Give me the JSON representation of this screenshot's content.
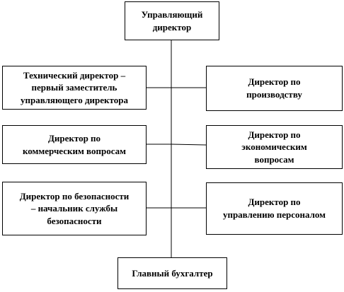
{
  "org_chart": {
    "root": {
      "label": "Управляющий\nдиректор"
    },
    "left_units": [
      {
        "label": "Технический директор –\nпервый заместитель\nуправляющего  директора"
      },
      {
        "label": "Директор по\nкоммерческим  вопросам"
      },
      {
        "label": "Директор по безопасности\n– начальник службы\nбезопасности"
      }
    ],
    "right_units": [
      {
        "label": "Директор по\nпроизводству"
      },
      {
        "label": "Директор по\nэкономическим\nвопросам"
      },
      {
        "label": "Директор по\nуправлению персоналом"
      }
    ],
    "bottom_unit": {
      "label": "Главный бухгалтер"
    }
  }
}
